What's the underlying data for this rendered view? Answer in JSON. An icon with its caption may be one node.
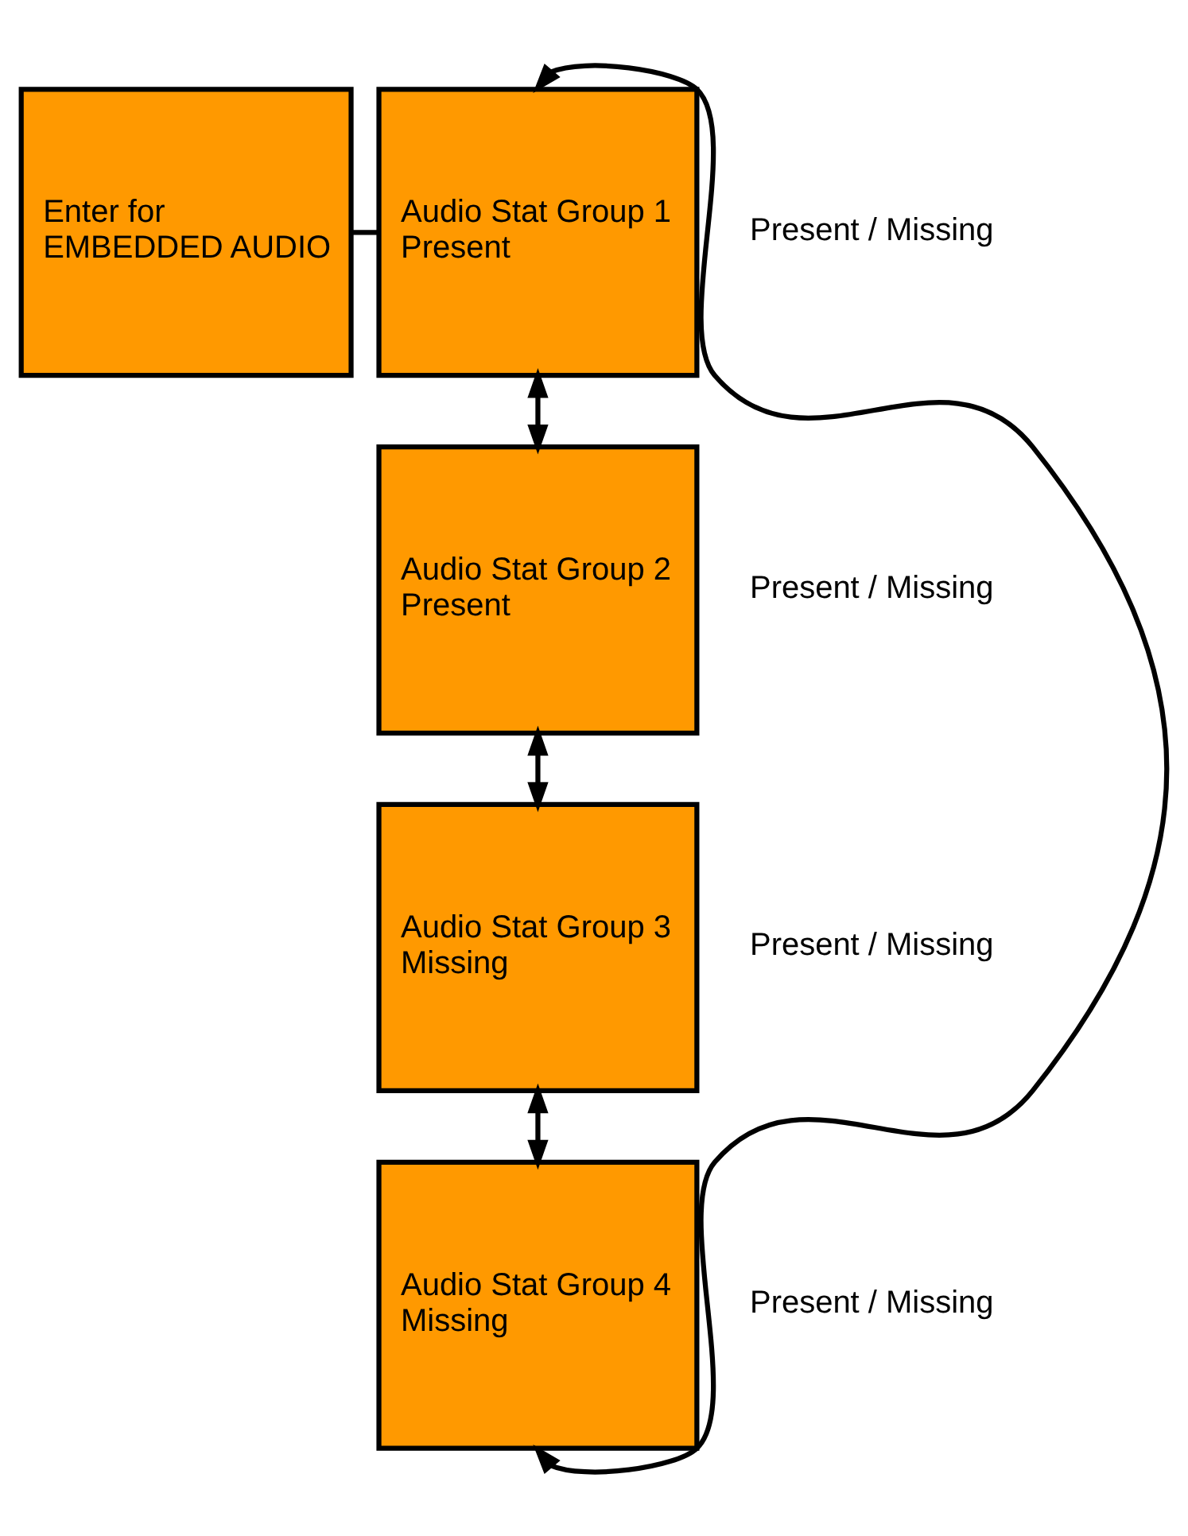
{
  "diagram": {
    "nodes": [
      {
        "text": [
          "Enter for",
          "EMBEDDED AUDIO"
        ]
      },
      {
        "text": [
          "Audio Stat Group 1",
          "Present"
        ],
        "beside": [
          "Present / Missing"
        ]
      },
      {
        "text": [
          "Audio Stat Group 2",
          "Present"
        ],
        "beside": [
          "Present / Missing"
        ]
      },
      {
        "text": [
          "Audio Stat Group 3",
          "Missing"
        ],
        "beside": [
          "Present / Missing"
        ]
      },
      {
        "text": [
          "Audio Stat Group 4",
          "Missing"
        ],
        "beside": [
          "Present / Missing"
        ]
      }
    ],
    "edges": [
      {
        "from": 0,
        "to": 1,
        "arrow": "none"
      },
      {
        "from": 1,
        "to": 2,
        "arrow": "both"
      },
      {
        "from": 2,
        "to": 3,
        "arrow": "both"
      },
      {
        "from": 3,
        "to": 4,
        "arrow": "both"
      },
      {
        "from": 4,
        "to": 1,
        "arrow": "both"
      }
    ]
  }
}
